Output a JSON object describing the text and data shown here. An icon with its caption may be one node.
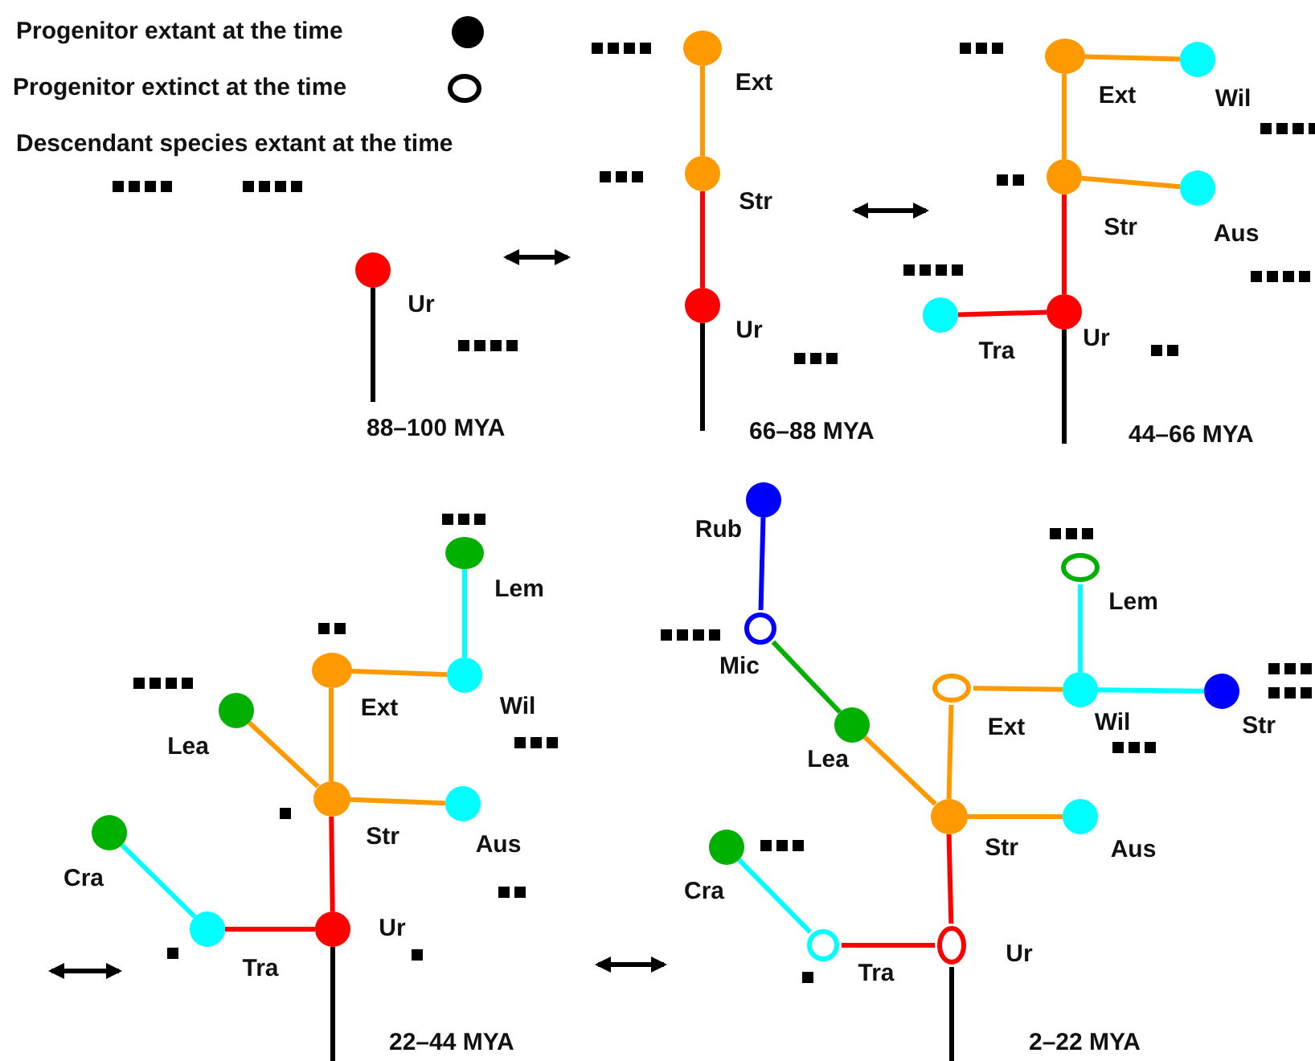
{
  "diagram": {
    "nodes": [
      {
        "text": [],
        "shape": "circle",
        "beside": [
          "Ur"
        ]
      },
      {
        "text": [],
        "shape": "circle",
        "beside": [
          "Ext"
        ]
      },
      {
        "text": [],
        "shape": "circle",
        "beside": [
          "Str"
        ]
      },
      {
        "text": [],
        "shape": "circle",
        "beside": [
          "Ur"
        ]
      },
      {
        "text": [],
        "shape": "circle",
        "beside": [
          "Ext"
        ]
      },
      {
        "text": [],
        "shape": "circle",
        "beside": [
          "Wil"
        ]
      },
      {
        "text": [],
        "shape": "circle",
        "beside": [
          "Str"
        ]
      },
      {
        "text": [],
        "shape": "circle",
        "beside": [
          "Aus"
        ]
      },
      {
        "text": [],
        "shape": "circle",
        "beside": [
          "Tra"
        ]
      },
      {
        "text": [],
        "shape": "circle",
        "beside": [
          "Ur"
        ]
      },
      {
        "text": [],
        "shape": "circle",
        "beside": [
          "Lem"
        ]
      },
      {
        "text": [],
        "shape": "circle",
        "beside": [
          "Wil"
        ]
      },
      {
        "text": [],
        "shape": "circle",
        "beside": [
          "Ext"
        ]
      },
      {
        "text": [],
        "shape": "circle",
        "beside": [
          "Lea"
        ]
      },
      {
        "text": [],
        "shape": "circle",
        "beside": [
          "Str"
        ]
      },
      {
        "text": [],
        "shape": "circle",
        "beside": [
          "Aus"
        ]
      },
      {
        "text": [],
        "shape": "circle",
        "beside": [
          "Cra"
        ]
      },
      {
        "text": [],
        "shape": "circle",
        "beside": [
          "Tra"
        ]
      },
      {
        "text": [],
        "shape": "circle",
        "beside": [
          "Ur"
        ]
      },
      {
        "text": [],
        "shape": "circle",
        "beside": [
          "Rub"
        ]
      },
      {
        "text": [],
        "shape": "circle",
        "beside": [
          "Lem"
        ]
      },
      {
        "text": [],
        "shape": "circle",
        "beside": [
          "Mic"
        ]
      },
      {
        "text": [],
        "shape": "circle",
        "beside": [
          "Ext"
        ]
      },
      {
        "text": [],
        "shape": "circle",
        "beside": [
          "Wil"
        ]
      },
      {
        "text": [],
        "shape": "circle",
        "beside": [
          "Str"
        ]
      },
      {
        "text": [],
        "shape": "circle",
        "beside": [
          "Lea"
        ]
      },
      {
        "text": [],
        "shape": "circle",
        "beside": [
          "Str"
        ]
      },
      {
        "text": [],
        "shape": "circle",
        "beside": [
          "Aus"
        ]
      },
      {
        "text": [],
        "shape": "circle",
        "beside": [
          "Cra"
        ]
      },
      {
        "text": [],
        "shape": "circle",
        "beside": [
          "Tra"
        ]
      },
      {
        "text": [],
        "shape": "circle",
        "beside": [
          "Ur"
        ]
      }
    ],
    "edges": [
      {
        "from": 0,
        "to": null,
        "arrow": "none",
        "color": "#000000"
      },
      {
        "from": 2,
        "to": 1,
        "arrow": "none"
      },
      {
        "from": 3,
        "to": 2,
        "arrow": "none",
        "color": "#ff0000"
      },
      {
        "from": 3,
        "to": null,
        "arrow": "none",
        "color": "#000000"
      },
      {
        "from": 4,
        "to": 5,
        "arrow": "none"
      },
      {
        "from": 6,
        "to": 4,
        "arrow": "none"
      },
      {
        "from": 6,
        "to": 7,
        "arrow": "none"
      },
      {
        "from": 9,
        "to": 6,
        "arrow": "none",
        "color": "#ff0000"
      },
      {
        "from": 9,
        "to": 8,
        "arrow": "none",
        "color": "#ff0000"
      },
      {
        "from": 9,
        "to": null,
        "arrow": "none",
        "color": "#000000"
      },
      {
        "from": 11,
        "to": 10,
        "arrow": "none",
        "color": "#00ffff"
      },
      {
        "from": 12,
        "to": 11,
        "arrow": "none"
      },
      {
        "from": 14,
        "to": 12,
        "arrow": "none"
      },
      {
        "from": 14,
        "to": 13,
        "arrow": "none"
      },
      {
        "from": 14,
        "to": 15,
        "arrow": "none"
      },
      {
        "from": 18,
        "to": 14,
        "arrow": "none",
        "color": "#ff0000"
      },
      {
        "from": 17,
        "to": 16,
        "arrow": "none",
        "color": "#00ffff"
      },
      {
        "from": 18,
        "to": 17,
        "arrow": "none",
        "color": "#ff0000"
      },
      {
        "from": 18,
        "to": null,
        "arrow": "none",
        "color": "#000000"
      },
      {
        "from": 21,
        "to": 19,
        "arrow": "none",
        "color": "#0000ff"
      },
      {
        "from": 25,
        "to": 21,
        "arrow": "none",
        "color": "#00b000"
      },
      {
        "from": 26,
        "to": 25,
        "arrow": "none"
      },
      {
        "from": 26,
        "to": 22,
        "arrow": "none"
      },
      {
        "from": 22,
        "to": 23,
        "arrow": "none"
      },
      {
        "from": 23,
        "to": 20,
        "arrow": "none",
        "color": "#00ffff"
      },
      {
        "from": 23,
        "to": 24,
        "arrow": "none",
        "color": "#00ffff"
      },
      {
        "from": 26,
        "to": 27,
        "arrow": "none"
      },
      {
        "from": 30,
        "to": 26,
        "arrow": "none",
        "color": "#ff0000"
      },
      {
        "from": 29,
        "to": 28,
        "arrow": "none",
        "color": "#00ffff"
      },
      {
        "from": 30,
        "to": 29,
        "arrow": "none",
        "color": "#ff0000"
      },
      {
        "from": 30,
        "to": null,
        "arrow": "none",
        "color": "#000000"
      }
    ],
    "labels": [
      "88–100 MYA",
      "66–88 MYA",
      "44–66 MYA",
      "22–44 MYA",
      "2–22 MYA"
    ],
    "legend": [
      {
        "text": "Progenitor extant at the time"
      },
      {
        "text": "Progenitor extinct at the time"
      },
      {
        "text": "Descendant species extant at the time"
      }
    ]
  }
}
